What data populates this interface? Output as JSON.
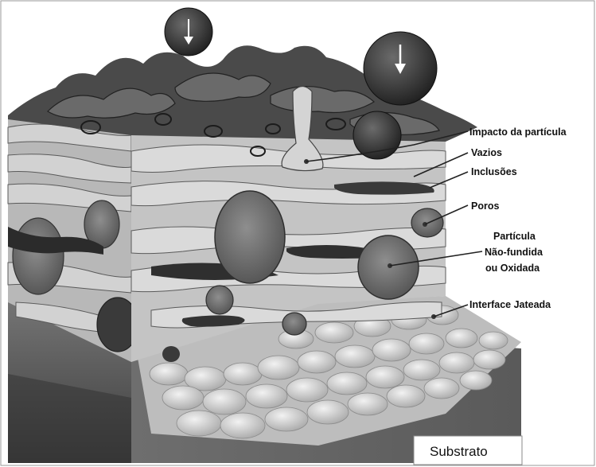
{
  "labels": {
    "impact": "Impacto da partícula",
    "voids": "Vazios",
    "inclusions": "Inclusões",
    "pores": "Poros",
    "particle_l1": "Partícula",
    "particle_l2": "Não-fundida",
    "particle_l3": "ou Oxidada",
    "interface": "Interface Jateada",
    "substrate": "Substrato"
  },
  "colors": {
    "background": "#ffffff",
    "coating_light": "#c9c9c9",
    "coating_mid": "#8a8a8a",
    "coating_dark": "#3a3a3a",
    "substrate": "#666666",
    "substrate_front": "#4a4a4a",
    "blasted_interface": "#d8d8d8"
  }
}
